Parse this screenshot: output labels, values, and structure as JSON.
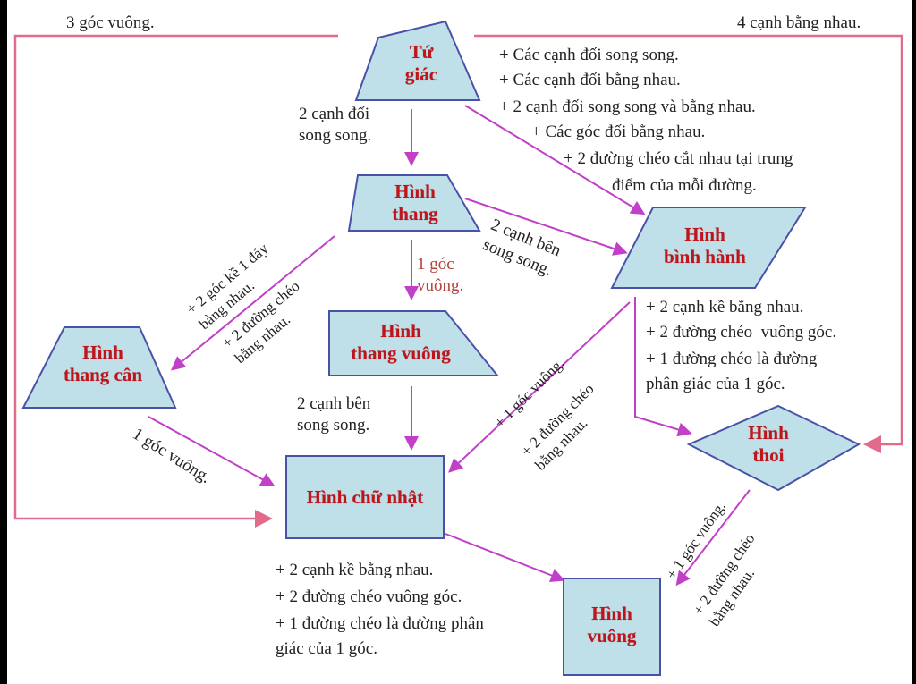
{
  "diagram": {
    "title": "Sơ đồ nhận biết các loại tứ giác",
    "colors": {
      "node_fill": "#bfe0e8",
      "node_stroke": "#4a52a8",
      "node_text": "#c0141c",
      "arrow": "#c040c8",
      "frame_line": "#e26a8a",
      "label_text": "#222222",
      "highlight_label": "#b5413a"
    },
    "nodes": {
      "tu_giac": "Tứ\ngiác",
      "hinh_thang": "Hình\nthang",
      "hinh_binh_hanh": "Hình\nbình hành",
      "hinh_thang_can": "Hình\nthang cân",
      "hinh_thang_vuong": "Hình\nthang vuông",
      "hinh_chu_nhat": "Hình chữ nhật",
      "hinh_thoi": "Hình\nthoi",
      "hinh_vuong": "Hình\nvuông"
    },
    "labels": {
      "three_right_angles": "3 góc vuông.",
      "four_equal_sides": "4 cạnh bằng nhau.",
      "tu_giac_to_thang": "2 cạnh đối\nsong song.",
      "tu_giac_to_binh_hanh": [
        "+ Các cạnh đối song song.",
        "+ Các cạnh đối bằng nhau.",
        "+ 2 cạnh đối song song và bằng nhau.",
        "+ Các góc đối bằng nhau.",
        "+ 2 đường chéo cắt nhau tại trung",
        "điểm của mỗi đường."
      ],
      "thang_to_binh_hanh": "2 cạnh bên\nsong song.",
      "thang_to_thang_vuong": "1 góc\nvuông.",
      "thang_to_thang_can_1": "+ 2 góc kề 1 đáy\nbằng nhau.",
      "thang_to_thang_can_2": "+ 2 đường chéo\nbằng nhau.",
      "thang_vuong_to_chu_nhat": "2 cạnh bên\nsong song.",
      "thang_can_to_chu_nhat": "1 góc vuông.",
      "binh_hanh_to_chu_nhat_1": "+ 1 góc vuông.",
      "binh_hanh_to_chu_nhat_2": "+ 2 đường chéo\nbằng nhau.",
      "binh_hanh_to_thoi": [
        "+ 2 cạnh kề bằng nhau.",
        "+ 2 đường chéo  vuông góc.",
        "+ 1 đường chéo là đường",
        "phân giác của 1 góc."
      ],
      "chu_nhat_to_vuong": [
        "+ 2 cạnh kề bằng nhau.",
        "+ 2 đường chéo vuông góc.",
        "+ 1 đường chéo là đường phân",
        "giác của 1 góc."
      ],
      "thoi_to_vuong_1": "+ 1 góc vuông.",
      "thoi_to_vuong_2": "+ 2 đường chéo\nbằng nhau."
    }
  }
}
